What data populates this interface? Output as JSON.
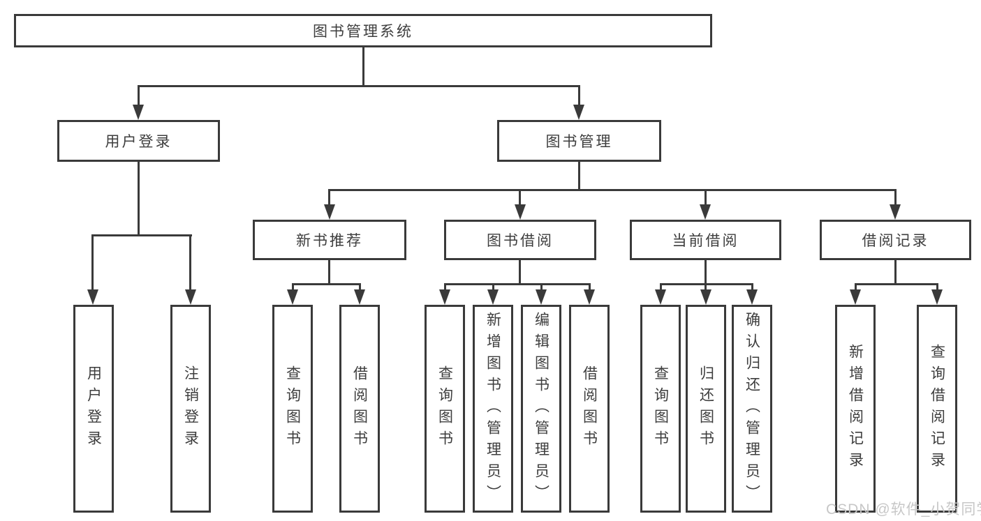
{
  "tree": {
    "root": {
      "label": "图书管理系统"
    },
    "branches": [
      {
        "label": "用户登录",
        "children": [
          {
            "label": "用户登录"
          },
          {
            "label": "注销登录"
          }
        ]
      },
      {
        "label": "图书管理",
        "children": [
          {
            "label": "新书推荐",
            "children": [
              {
                "label": "查询图书"
              },
              {
                "label": "借阅图书"
              }
            ]
          },
          {
            "label": "图书借阅",
            "children": [
              {
                "label": "查询图书"
              },
              {
                "label": "新增图书（管理员）"
              },
              {
                "label": "编辑图书（管理员）"
              },
              {
                "label": "借阅图书"
              }
            ]
          },
          {
            "label": "当前借阅",
            "children": [
              {
                "label": "查询图书"
              },
              {
                "label": "归还图书"
              },
              {
                "label": "确认归还（管理员）"
              }
            ]
          },
          {
            "label": "借阅记录",
            "children": [
              {
                "label": "新增借阅记录"
              },
              {
                "label": "查询借阅记录"
              }
            ]
          }
        ]
      }
    ]
  },
  "watermark": {
    "text": "CSDN @软件_小贺同学"
  },
  "colors": {
    "line": "#3a3a3a",
    "text": "#3d3d3d",
    "background": "#ffffff",
    "watermark": "#c7c7c7"
  }
}
